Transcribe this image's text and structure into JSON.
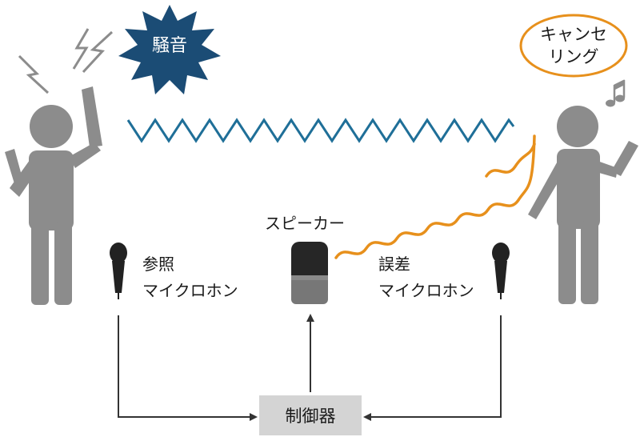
{
  "labels": {
    "noise": "騒音",
    "canceling_line1": "キャンセ",
    "canceling_line2": "リング",
    "speaker": "スピーカー",
    "ref_mic_line1": "参照",
    "ref_mic_line2": "マイクロホン",
    "err_mic_line1": "誤差",
    "err_mic_line2": "マイクロホン",
    "controller": "制御器"
  },
  "colors": {
    "person": "#8c8c8c",
    "noise_wave": "#1f6f98",
    "anti_wave": "#e7901c",
    "burst": "#1b4c75",
    "outline_bubble": "#e7901c",
    "arrow": "#333333",
    "controller_box": "#d4d4d4",
    "mic": "#222222",
    "speaker_body": "#262626",
    "speaker_grille": "#777777"
  },
  "icons": {
    "left_person": "person-shouting-icon",
    "right_person": "person-listening-icon",
    "music": "music-note-icon",
    "lightning": "lightning-icon",
    "mic": "microphone-icon",
    "speaker": "smart-speaker-icon"
  }
}
